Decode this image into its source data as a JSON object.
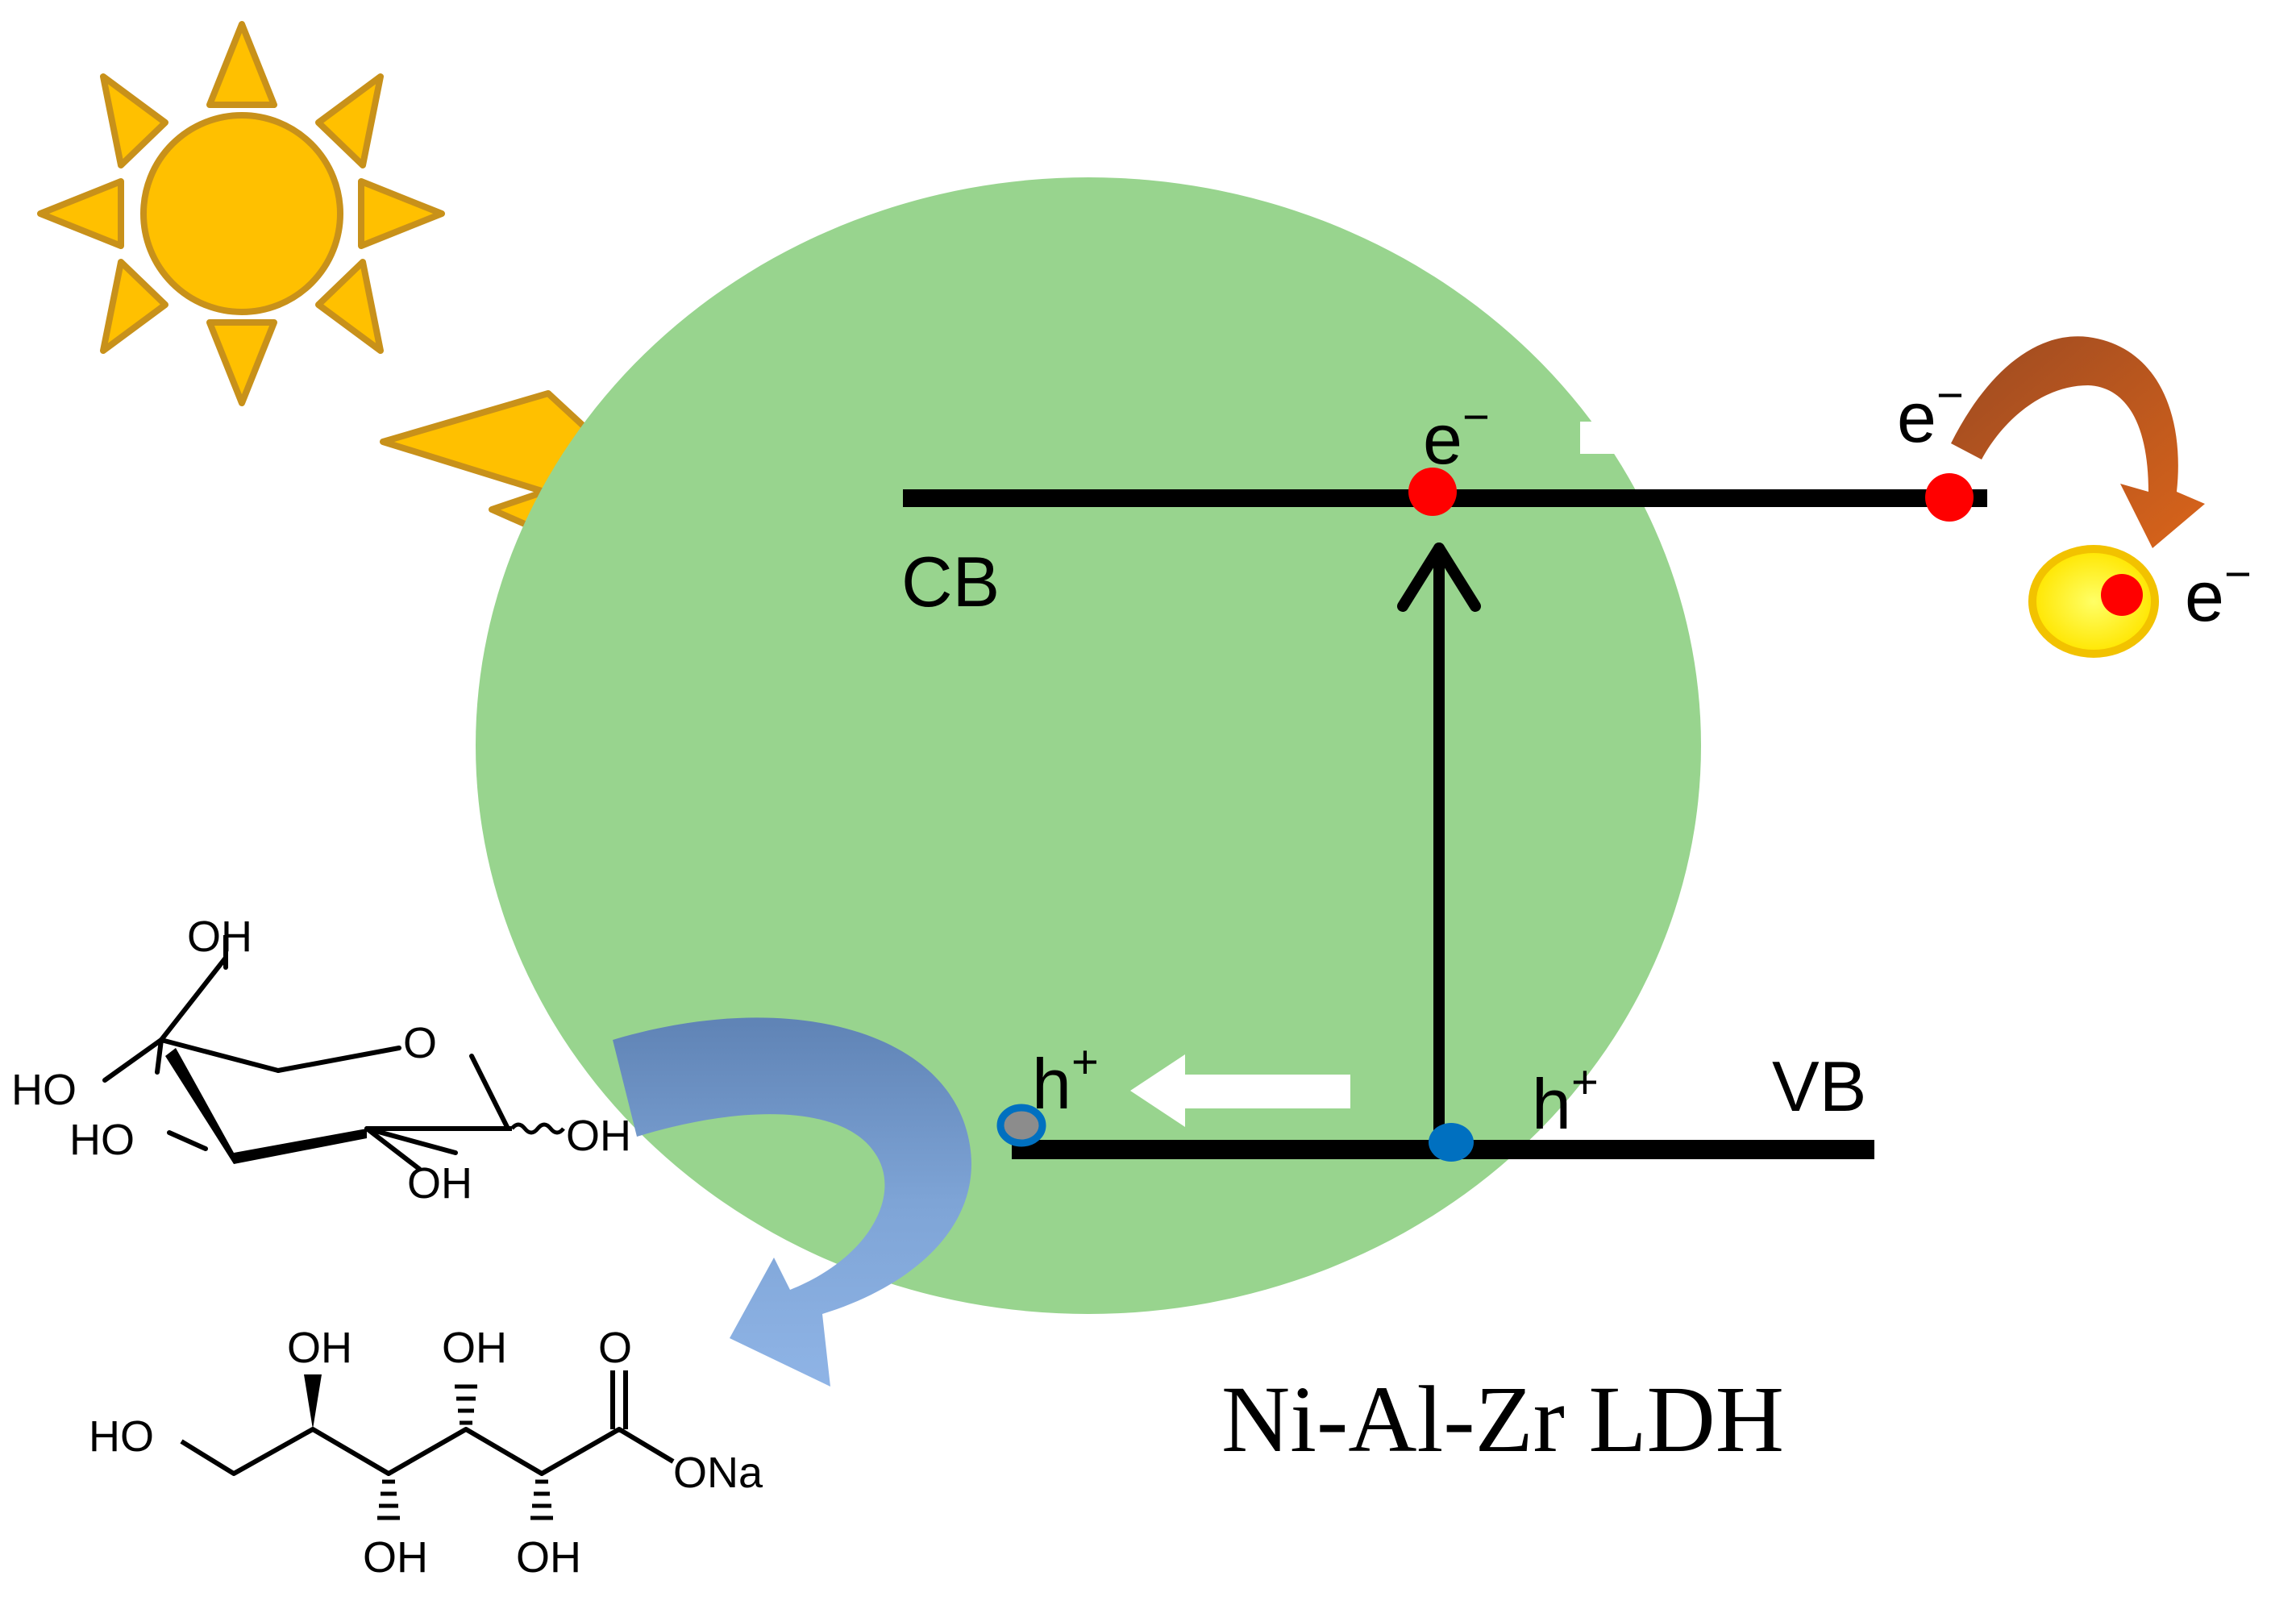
{
  "labels": {
    "cb": "CB",
    "vb": "VB",
    "electron": "e",
    "electron_sup": "−",
    "hole": "h",
    "hole_sup": "+",
    "material": "Ni-Al-Zr LDH"
  },
  "glucose": {
    "oh_top": "OH",
    "ring_o": "O",
    "ho_left": "HO",
    "ho_lower": "HO",
    "oh_bottom": "OH",
    "oh_anomeric": "OH"
  },
  "gluconate": {
    "oh_top_1": "OH",
    "oh_top_2": "OH",
    "carbonyl_o": "O",
    "ho_left": "HO",
    "ona": "ONa",
    "oh_bottom_1": "OH",
    "oh_bottom_2": "OH"
  },
  "colors": {
    "particle": "#98d48e",
    "sun_fill": "#ffc000",
    "sun_stroke": "#c8911a",
    "electron": "#ff0000",
    "hole": "#0070c0",
    "band": "#000000",
    "arrow_blue": "#7fa6d8",
    "arrow_brown": "#b5582a"
  }
}
